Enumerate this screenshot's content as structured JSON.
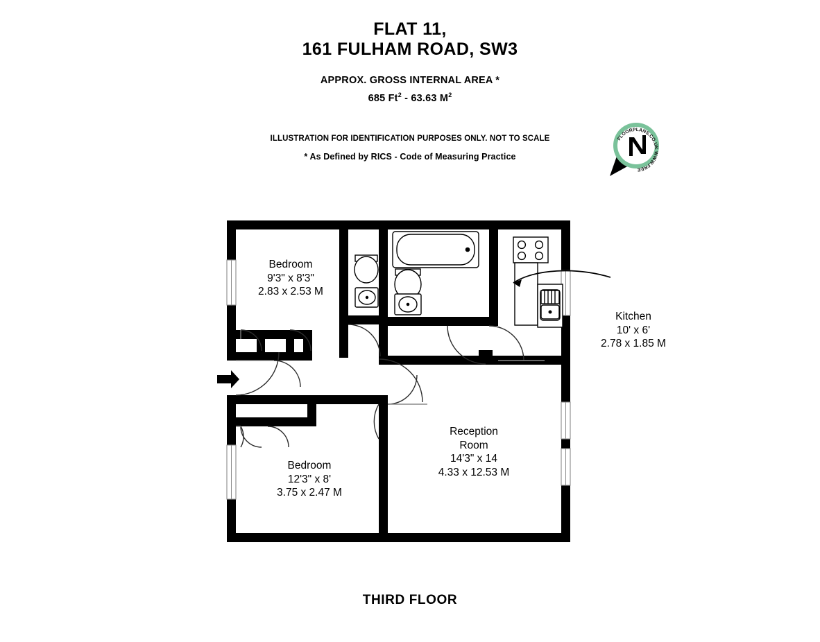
{
  "header": {
    "title_line1": "FLAT 11,",
    "title_line2": "161 FULHAM ROAD, SW3",
    "area_label": "APPROX. GROSS INTERNAL  AREA *",
    "area_value_ft": "685 Ft",
    "area_value_sep": " - 63.63 M",
    "area_sup1": "2",
    "area_sup2": "2",
    "disclaimer1": "ILLUSTRATION FOR IDENTIFICATION PURPOSES ONLY. NOT TO SCALE",
    "disclaimer2": "* As Defined by RICS - Code of Measuring Practice"
  },
  "compass": {
    "ring_text": "FLOORPLANS.CO.UK WWW.FREE",
    "letter": "N",
    "ring_color": "#7ac29a",
    "inner_color": "#ffffff",
    "arrow_color": "#000000"
  },
  "floor_caption": "THIRD FLOOR",
  "rooms": [
    {
      "id": "bedroom1",
      "name": "Bedroom",
      "dim_imperial": "9'3\" x 8'3\"",
      "dim_metric": "2.83 x 2.53 M"
    },
    {
      "id": "bedroom2",
      "name": "Bedroom",
      "dim_imperial": "12'3\" x 8'",
      "dim_metric": "3.75 x 2.47 M"
    },
    {
      "id": "reception",
      "name": "Reception",
      "name2": "Room",
      "dim_imperial": "14'3\" x 14",
      "dim_metric": "4.33 x 12.53 M"
    },
    {
      "id": "kitchen",
      "name": "Kitchen",
      "dim_imperial": "10' x 6'",
      "dim_metric": "2.78 x 1.85 M"
    }
  ],
  "plan": {
    "wall_color": "#000000",
    "window_fill": "#ffffff",
    "window_stroke": "#808080",
    "fixture_stroke": "#000000",
    "door_swing_stroke": "#555555",
    "entrance_arrow": "entrance-arrow",
    "fixtures": [
      "bath-tub",
      "wc-toilet-bathroom",
      "wash-basin-bathroom",
      "wc-toilet-cloakroom",
      "wash-basin-cloakroom",
      "kitchen-hob",
      "kitchen-sink",
      "kitchen-worktop"
    ]
  }
}
